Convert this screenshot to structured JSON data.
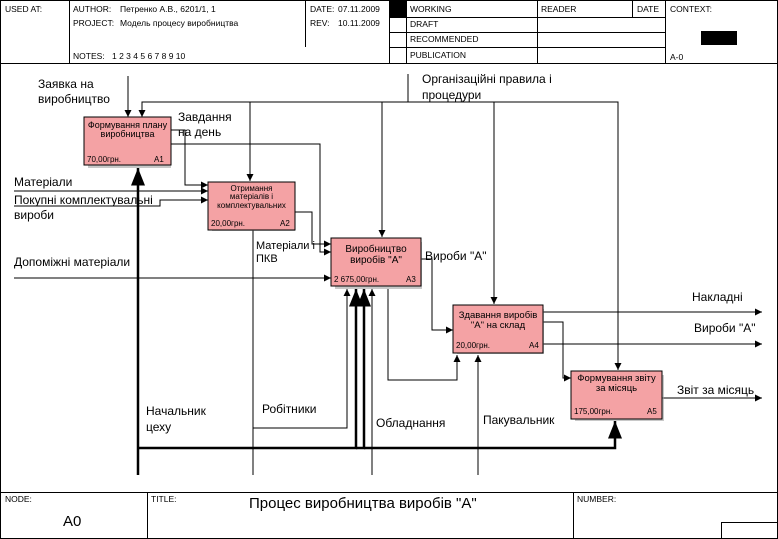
{
  "header": {
    "used_at_label": "USED AT:",
    "author_label": "AUTHOR:",
    "author_value": "Петренко А.В., 6201/1, 1",
    "project_label": "PROJECT:",
    "project_value": "Модель процесу виробництва",
    "date_label": "DATE:",
    "date_value": "07.11.2009",
    "rev_label": "REV:",
    "rev_value": "10.11.2009",
    "notes_label": "NOTES:",
    "notes_value": "1  2  3  4  5  6  7  8  9  10",
    "status": [
      "WORKING",
      "DRAFT",
      "RECOMMENDED",
      "PUBLICATION"
    ],
    "reader_label": "READER",
    "reader_date_label": "DATE",
    "context_label": "CONTEXT:",
    "context_node": "A-0"
  },
  "boxes": [
    {
      "title": "Формування плану виробництва",
      "cost": "70,00грн.",
      "id": "A1"
    },
    {
      "title": "Отримання матеріалів і комплектувальних",
      "cost": "20,00грн.",
      "id": "A2"
    },
    {
      "title": "Виробництво виробів \"А\"",
      "cost": "2 675,00грн.",
      "id": "A3"
    },
    {
      "title": "Здавання виробів \"А\" на склад",
      "cost": "20,00грн.",
      "id": "A4"
    },
    {
      "title": "Формування звіту за місяць",
      "cost": "175,00грн.",
      "id": "A5"
    }
  ],
  "arrows": {
    "order": "Заявка на виробництво",
    "daily_task": "Завдання на день",
    "materials": "Матеріали",
    "components": "Покупні комплектувальні вироби",
    "aux_materials": "Допоміжні матеріали",
    "materials_pkv": "Матеріали і ПКВ",
    "rules": "Організаційні правила і процедури",
    "products_a_mid": "Вироби \"А\"",
    "invoices": "Накладні",
    "products_a_out": "Вироби \"А\"",
    "report": "Звіт за місяць",
    "head": "Начальник цеху",
    "workers": "Робітники",
    "equipment": "Обладнання",
    "packer": "Пакувальник"
  },
  "footer": {
    "node_label": "NODE:",
    "node_value": "A0",
    "title_label": "TITLE:",
    "title_value": "Процес виробництва виробів \"А\"",
    "number_label": "NUMBER:"
  }
}
